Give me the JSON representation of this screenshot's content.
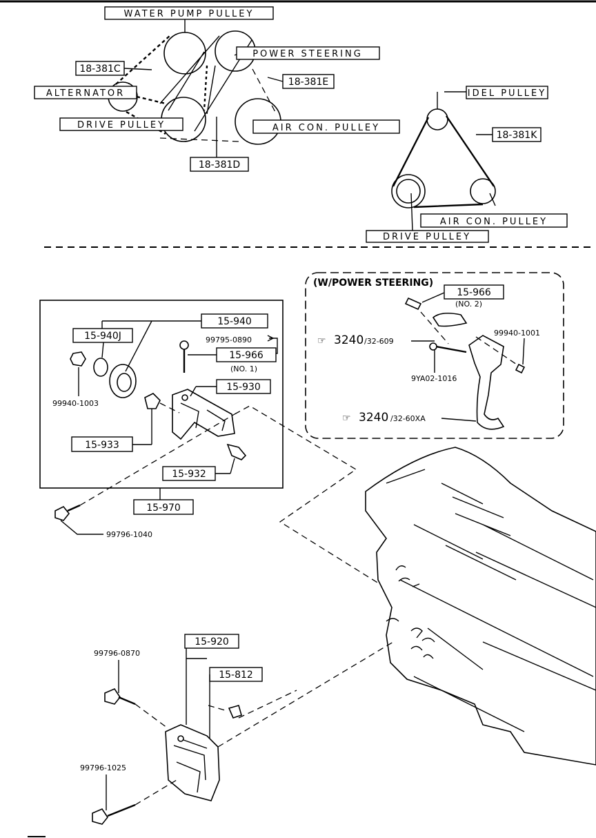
{
  "belt_diagram_top": {
    "water_pump": "WATER PUMP PULLEY",
    "power_steering": "POWER STEERING",
    "alternator": "ALTERNATOR",
    "drive_pulley": "DRIVE PULLEY",
    "air_con": "AIR CON. PULLEY",
    "belt_c": "18-381C",
    "belt_e": "18-381E",
    "belt_d": "18-381D"
  },
  "belt_diagram_right": {
    "idler": "IDEL PULLEY",
    "belt_k": "18-381K",
    "air_con": "AIR CON. PULLEY",
    "drive_pulley": "DRIVE PULLEY"
  },
  "power_steering_inset": {
    "title": "(W/POWER STEERING)",
    "part_966": "15-966",
    "no2": "(NO. 2)",
    "nut": "99940-1001",
    "ref1_main": "3240",
    "ref1_sub": "/32-609",
    "bolt": "9YA02-1016",
    "ref2_main": "3240",
    "ref2_sub": "/32-60XA"
  },
  "bracket_assembly": {
    "p940": "15-940",
    "p940j": "15-940J",
    "bolt_0890": "99795-0890",
    "p966": "15-966",
    "no1": "(NO. 1)",
    "p930": "15-930",
    "nut_1003": "99940-1003",
    "p933": "15-933",
    "p932": "15-932",
    "p970": "15-970",
    "bolt_1040": "99796-1040"
  },
  "lower_bracket": {
    "p920": "15-920",
    "bolt_0870": "99796-0870",
    "p812": "15-812",
    "bolt_1025": "99796-1025"
  }
}
